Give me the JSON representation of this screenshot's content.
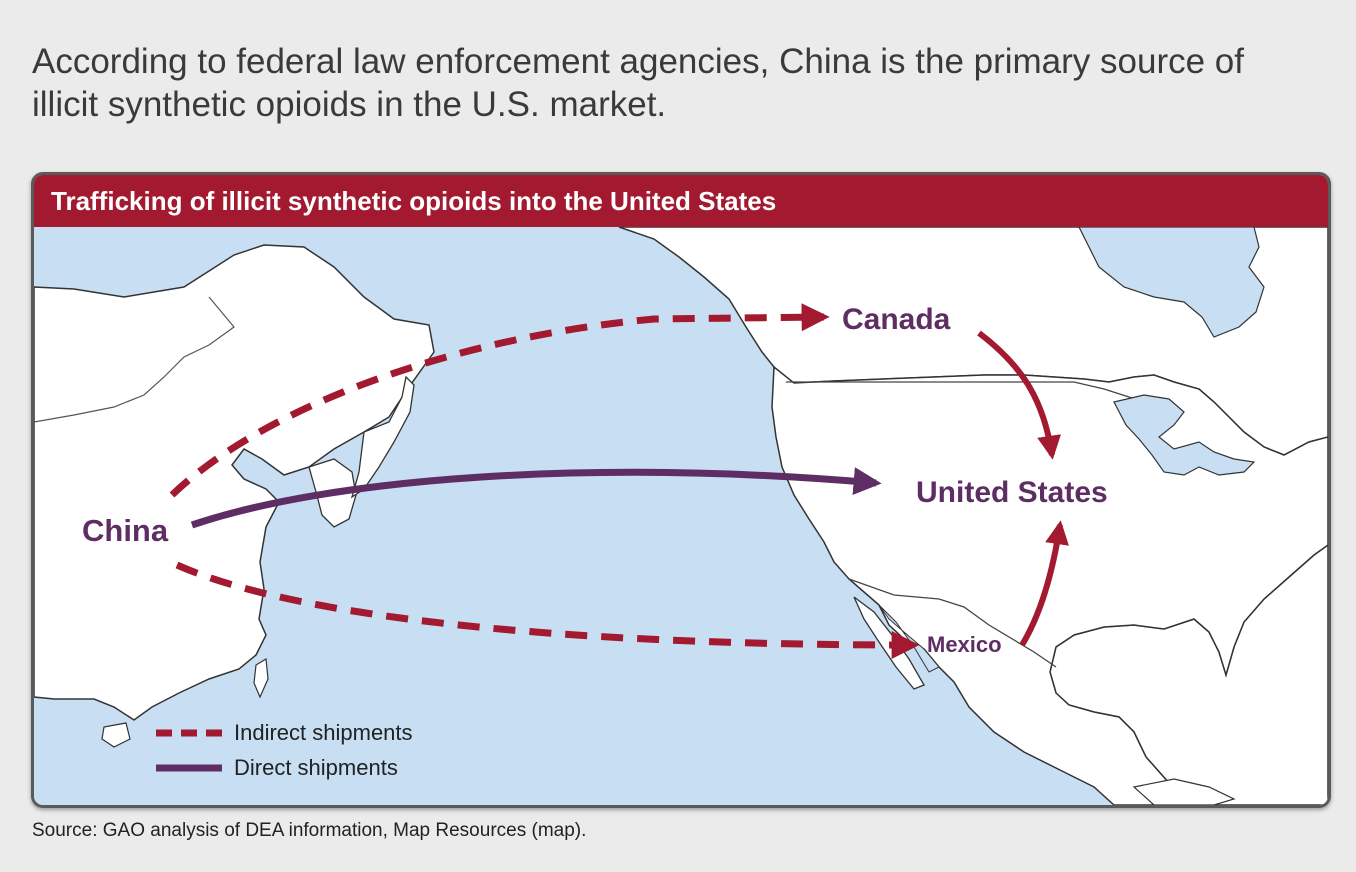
{
  "headline": "According to federal law enforcement agencies, China is the primary source of illicit synthetic opioids in the U.S. market.",
  "panel_title": "Trafficking of illicit synthetic opioids into the United States",
  "map": {
    "labels": {
      "china": "China",
      "canada": "Canada",
      "united_states": "United States",
      "mexico": "Mexico"
    },
    "legend": {
      "indirect": "Indirect shipments",
      "direct": "Direct shipments"
    },
    "colors": {
      "ocean": "#c7def3",
      "land": "#ffffff",
      "indirect": "#a21930",
      "direct": "#5e2d64",
      "label": "#5e2d64",
      "header": "#a21930"
    }
  },
  "source": "Source: GAO analysis of DEA information, Map Resources (map)."
}
